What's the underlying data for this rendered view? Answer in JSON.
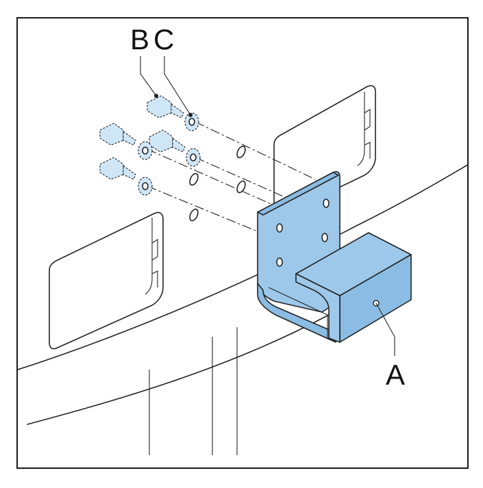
{
  "labels": {
    "bracket": "A",
    "screw": "B",
    "washer": "C"
  },
  "colors": {
    "bracket_fill": "#9dc8ea",
    "screw_fill": "#cfe6f7",
    "line": "#222222"
  }
}
